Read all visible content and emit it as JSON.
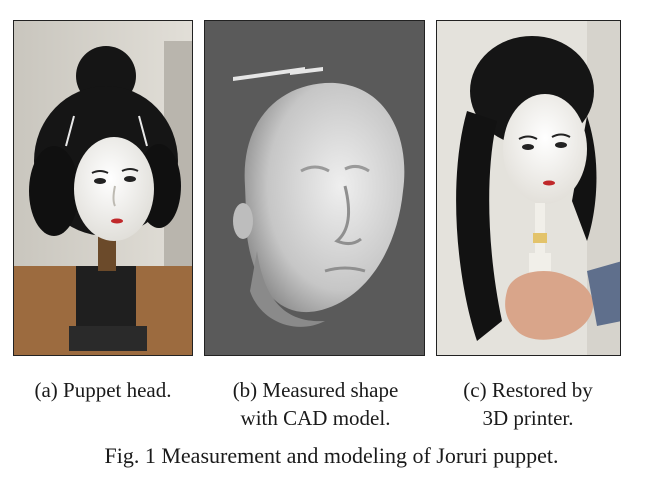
{
  "panels": [
    {
      "id": "a",
      "caption_lines": [
        "(a) Puppet head."
      ]
    },
    {
      "id": "b",
      "caption_lines": [
        "(b) Measured shape",
        "with CAD model."
      ]
    },
    {
      "id": "c",
      "caption_lines": [
        "(c) Restored by",
        "3D printer."
      ]
    }
  ],
  "figure_caption": "Fig. 1 Measurement and modeling of Joruri puppet.",
  "colors": {
    "hair": "#151515",
    "face": "#f3f1ec",
    "cad_background": "#5a5a5a",
    "cad_surface": "#c9c9c9"
  }
}
